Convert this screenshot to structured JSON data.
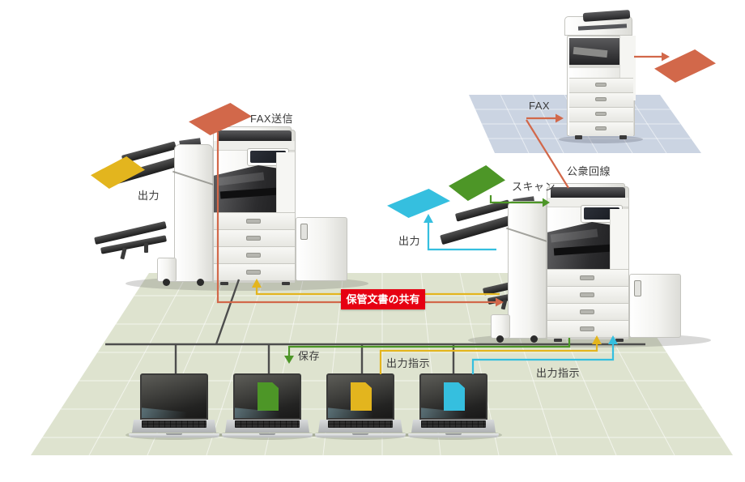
{
  "diagram": {
    "labels": {
      "fax_send": "FAX送信",
      "output_left": "出力",
      "scan": "スキャン",
      "output_right": "出力",
      "fax_received": "FAX",
      "public_line": "公衆回線",
      "save": "保存",
      "print_instruction_yellow": "出力指示",
      "print_instruction_cyan": "出力指示"
    },
    "banner": {
      "text": "保管文書の共有"
    },
    "colors": {
      "fax_flow": "#d2684a",
      "output_yellow": "#e3b51e",
      "scan_green": "#4d9627",
      "output_cyan": "#35bfdf",
      "banner_bg": "#e60012",
      "banner_text": "#ffffff",
      "network": "#4d4d4d",
      "floor_office": "#dee3cf",
      "floor_remote": "#cbd4e2",
      "label_text": "#3a3a3a"
    },
    "machines": {
      "left_mfp_flows": [
        "fax_send",
        "output_yellow",
        "shared_storage"
      ],
      "right_mfp_flows": [
        "scan",
        "output_cyan",
        "shared_storage"
      ],
      "remote_printer_flows": [
        "fax_received"
      ]
    },
    "laptops": [
      {
        "document": "none"
      },
      {
        "document": "green"
      },
      {
        "document": "yellow"
      },
      {
        "document": "cyan"
      }
    ]
  }
}
